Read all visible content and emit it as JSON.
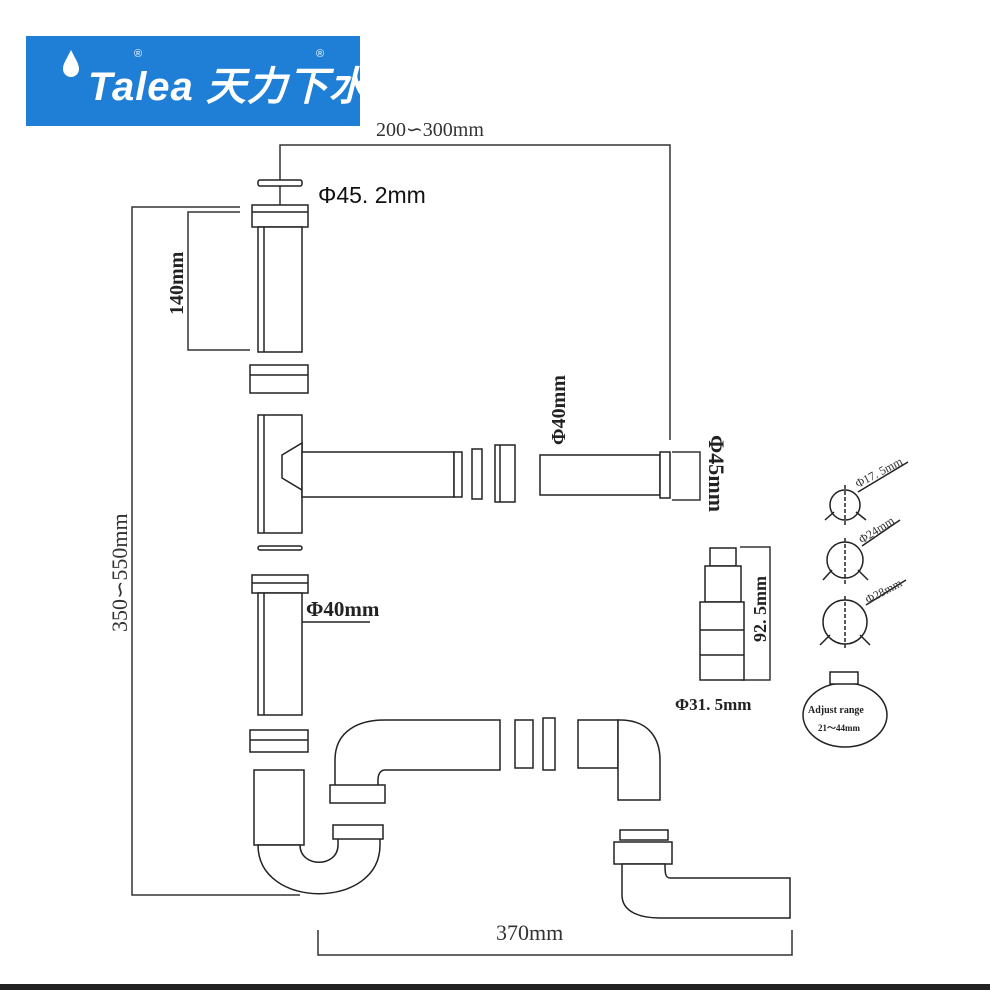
{
  "brand": {
    "logo_text": "Talea 天力下水",
    "registered": "®",
    "color": "#1f7fd6"
  },
  "dimensions": {
    "top_width": "200∽300mm",
    "diameter_top": "Φ45. 2mm",
    "tube_length": "140mm",
    "total_height": "350∽550mm",
    "diameter_branch": "Φ40mm",
    "diameter_outlet": "Φ45mm",
    "diameter_lower": "Φ40mm",
    "adapter_height": "92. 5mm",
    "adapter_diameter": "Φ31. 5mm",
    "bottom_width": "370mm"
  },
  "clamps": {
    "sizes": [
      "Φ17. 5mm",
      "Φ24mm",
      "Φ28mm"
    ],
    "adjust_label": "Adjust range",
    "adjust_value": "21～44mm"
  }
}
